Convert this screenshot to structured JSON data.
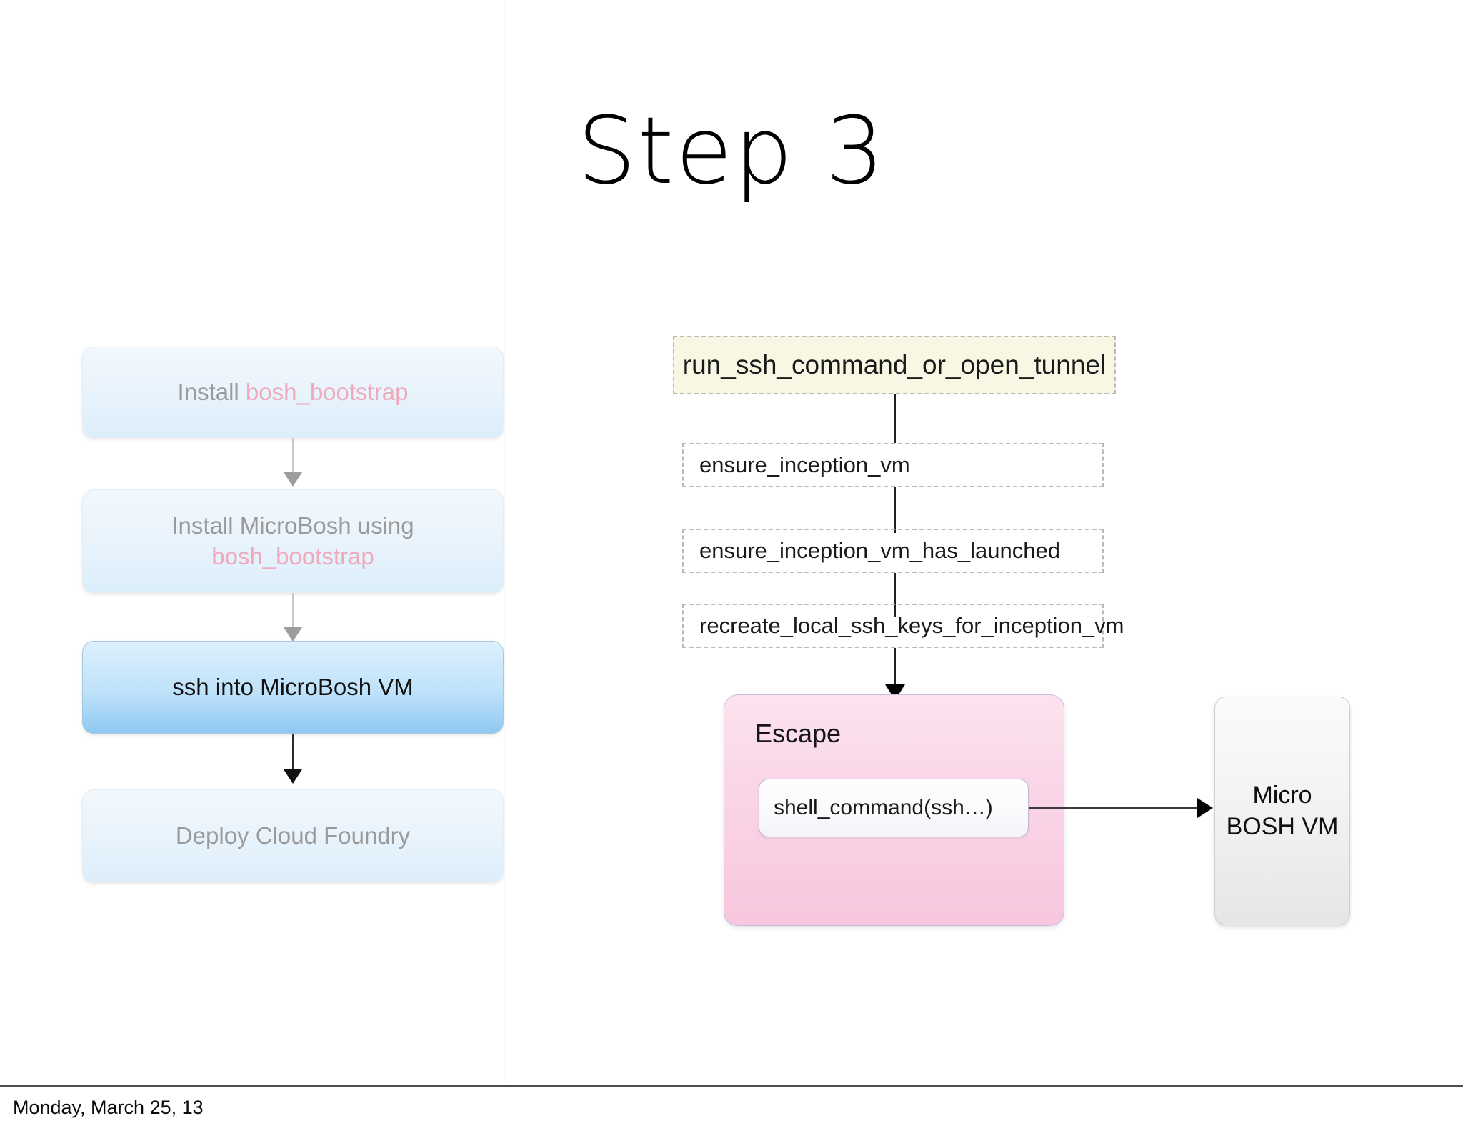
{
  "slide": {
    "title": "Step 3",
    "footer_date": "Monday, March 25, 13"
  },
  "left_flow": {
    "steps": [
      {
        "name": "install-bosh-bootstrap",
        "state": "faded",
        "text_plain": "Install ",
        "text_code": "bosh_bootstrap",
        "line2_plain": "",
        "line2_code": ""
      },
      {
        "name": "install-microbosh",
        "state": "faded",
        "text_plain": "Install MicroBosh using",
        "text_code": "",
        "line2_plain": "",
        "line2_code": "bosh_bootstrap"
      },
      {
        "name": "ssh-into-microbosh-vm",
        "state": "active",
        "text_plain": "ssh into MicroBosh VM",
        "text_code": "",
        "line2_plain": "",
        "line2_code": ""
      },
      {
        "name": "deploy-cloud-foundry",
        "state": "faded",
        "text_plain": "Deploy Cloud Foundry",
        "text_code": "",
        "line2_plain": "",
        "line2_code": ""
      }
    ],
    "connector_styles": [
      "grey",
      "grey",
      "dark"
    ]
  },
  "right_flow": {
    "header_box": "run_ssh_command_or_open_tunnel",
    "call_stack": [
      "ensure_inception_vm",
      "ensure_inception_vm_has_launched",
      "recreate_local_ssh_keys_for_inception_vm"
    ],
    "escape": {
      "label": "Escape",
      "shell_command": "shell_command(ssh…)"
    },
    "target_vm": {
      "line1": "Micro",
      "line2": "BOSH VM"
    }
  },
  "colors": {
    "code_pink": "#eb7e96",
    "active_box_blue": "#8fc8f0",
    "faded_box_blue": "#dceefb",
    "yellow_box": "#f7f7e4",
    "escape_pink": "#f8c6de",
    "vm_grey": "#e6e6e6",
    "dashed_border": "#b9b9b9",
    "footer_rule": "#4c4f54"
  }
}
